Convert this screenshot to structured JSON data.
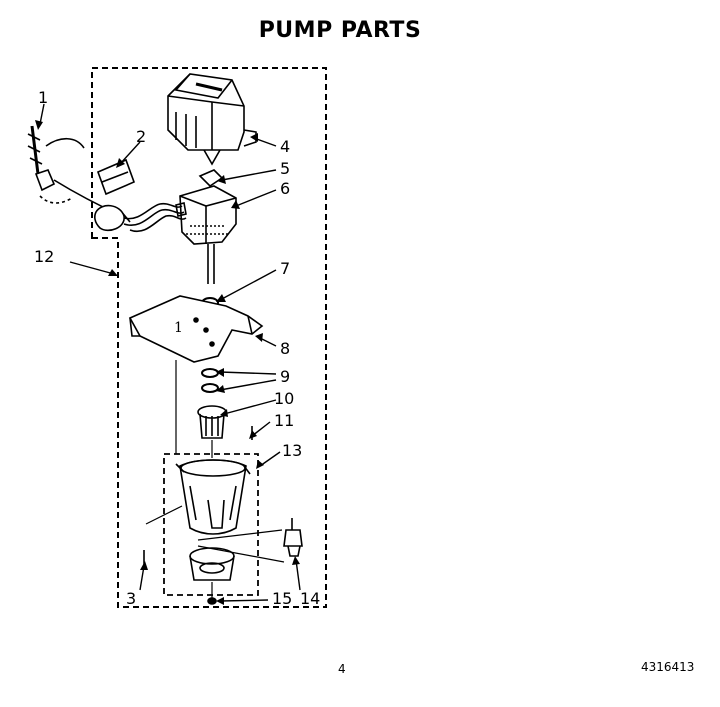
{
  "title": "PUMP PARTS",
  "page_number": "4",
  "document_number": "4316413",
  "callouts": [
    "1",
    "2",
    "3",
    "4",
    "5",
    "6",
    "7",
    "8",
    "9",
    "10",
    "11",
    "12",
    "13",
    "14",
    "15"
  ],
  "stamp_mark": "1"
}
